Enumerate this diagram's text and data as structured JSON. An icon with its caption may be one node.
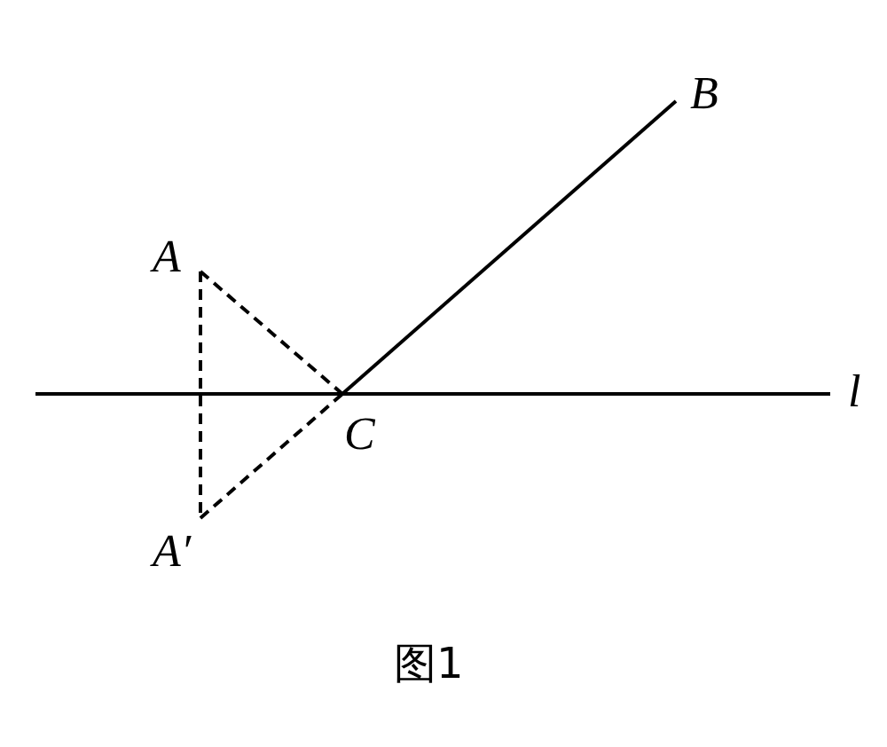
{
  "diagram": {
    "caption": "图1",
    "nodes": [
      {
        "text": [
          "A"
        ]
      },
      {
        "text": [
          "B"
        ]
      },
      {
        "text": [
          "C"
        ]
      },
      {
        "text": [
          "A′"
        ]
      }
    ],
    "edges": [
      {
        "from": 0,
        "to": 2,
        "arrow": "none",
        "style": "dashed"
      },
      {
        "from": 0,
        "to": 3,
        "arrow": "none",
        "style": "dashed"
      },
      {
        "from": 3,
        "to": 2,
        "arrow": "none",
        "style": "dashed"
      },
      {
        "from": 2,
        "to": 1,
        "arrow": "none"
      }
    ],
    "labels": [
      "l"
    ]
  }
}
